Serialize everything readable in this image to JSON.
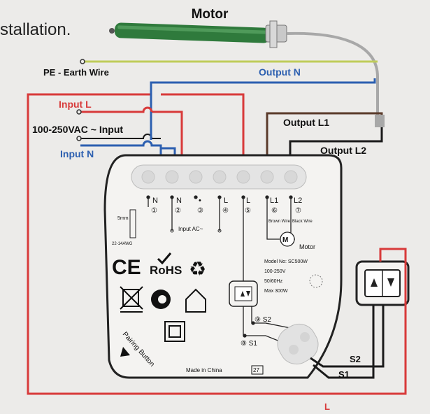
{
  "header_text": "stallation.",
  "motor_title": "Motor",
  "wires": {
    "pe": "PE - Earth Wire",
    "output_n": "Output N",
    "input_l": "Input L",
    "supply": "100-250VAC ~ Input",
    "input_n": "Input N",
    "output_l1": "Output L1",
    "output_l2": "Output L2",
    "l_bottom": "L",
    "s1": "S1",
    "s2": "S2"
  },
  "terminals": [
    {
      "label": "N",
      "num": "①"
    },
    {
      "label": "N",
      "num": "②"
    },
    {
      "label": "•",
      "num": "③"
    },
    {
      "label": "L",
      "num": "④"
    },
    {
      "label": "L",
      "num": "⑤"
    },
    {
      "label": "L1",
      "num": "⑥",
      "sub": "Brown Wire"
    },
    {
      "label": "L2",
      "num": "⑦",
      "sub": "Black Wire"
    }
  ],
  "module": {
    "input_ac": "Input AC~",
    "strip_len": "5mm",
    "awg": "22-14AWG",
    "motor_label": "Motor",
    "specs": [
      "Model No: SC500W",
      "100-250V",
      "50/60Hz",
      "Max 300W"
    ],
    "ce": "CE",
    "rohs": "RoHS",
    "s2_label": "⑨ S2",
    "s1_label": "⑧ S1",
    "pairing": "Pairing Button",
    "made_in": "Made in China",
    "box_num": "27"
  },
  "colors": {
    "red": "#d83a3a",
    "blue": "#2c5fb0",
    "brown": "#5a3a2a",
    "black": "#1a1a1a",
    "yellow_green": "#bfcc5a",
    "grey": "#9a9a9a"
  }
}
